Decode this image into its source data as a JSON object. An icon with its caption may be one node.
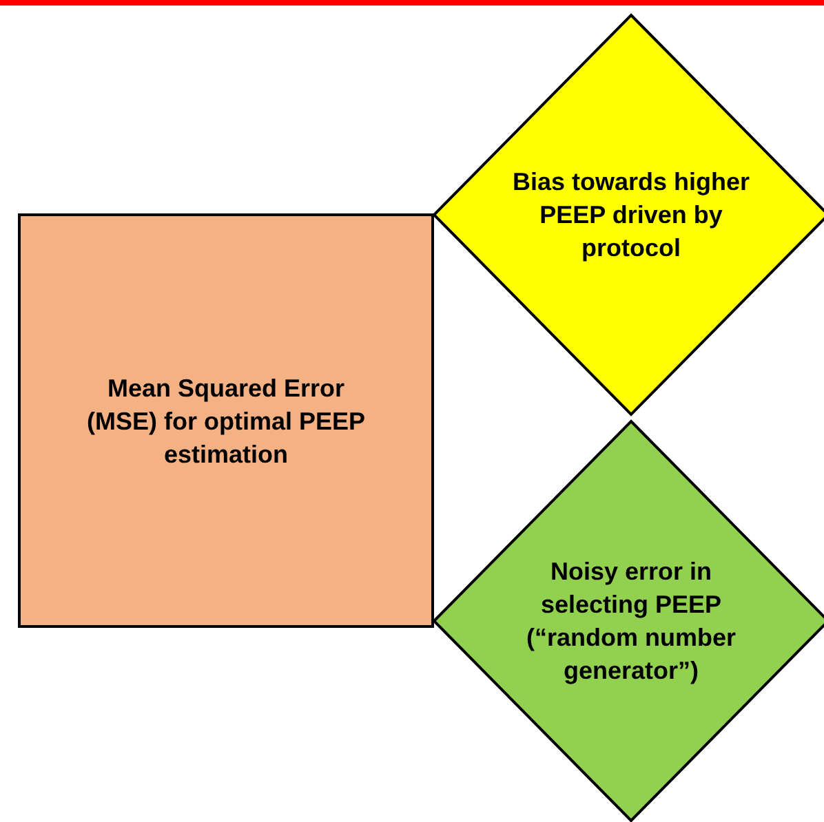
{
  "diagram": {
    "nodes": [
      {
        "text": [
          "Mean Squared Error (MSE) for optimal PEEP estimation"
        ]
      },
      {
        "text": [
          "Bias towards higher PEEP driven by protocol"
        ]
      },
      {
        "text": [
          "Noisy error in selecting PEEP (“random number generator”)"
        ]
      }
    ]
  }
}
